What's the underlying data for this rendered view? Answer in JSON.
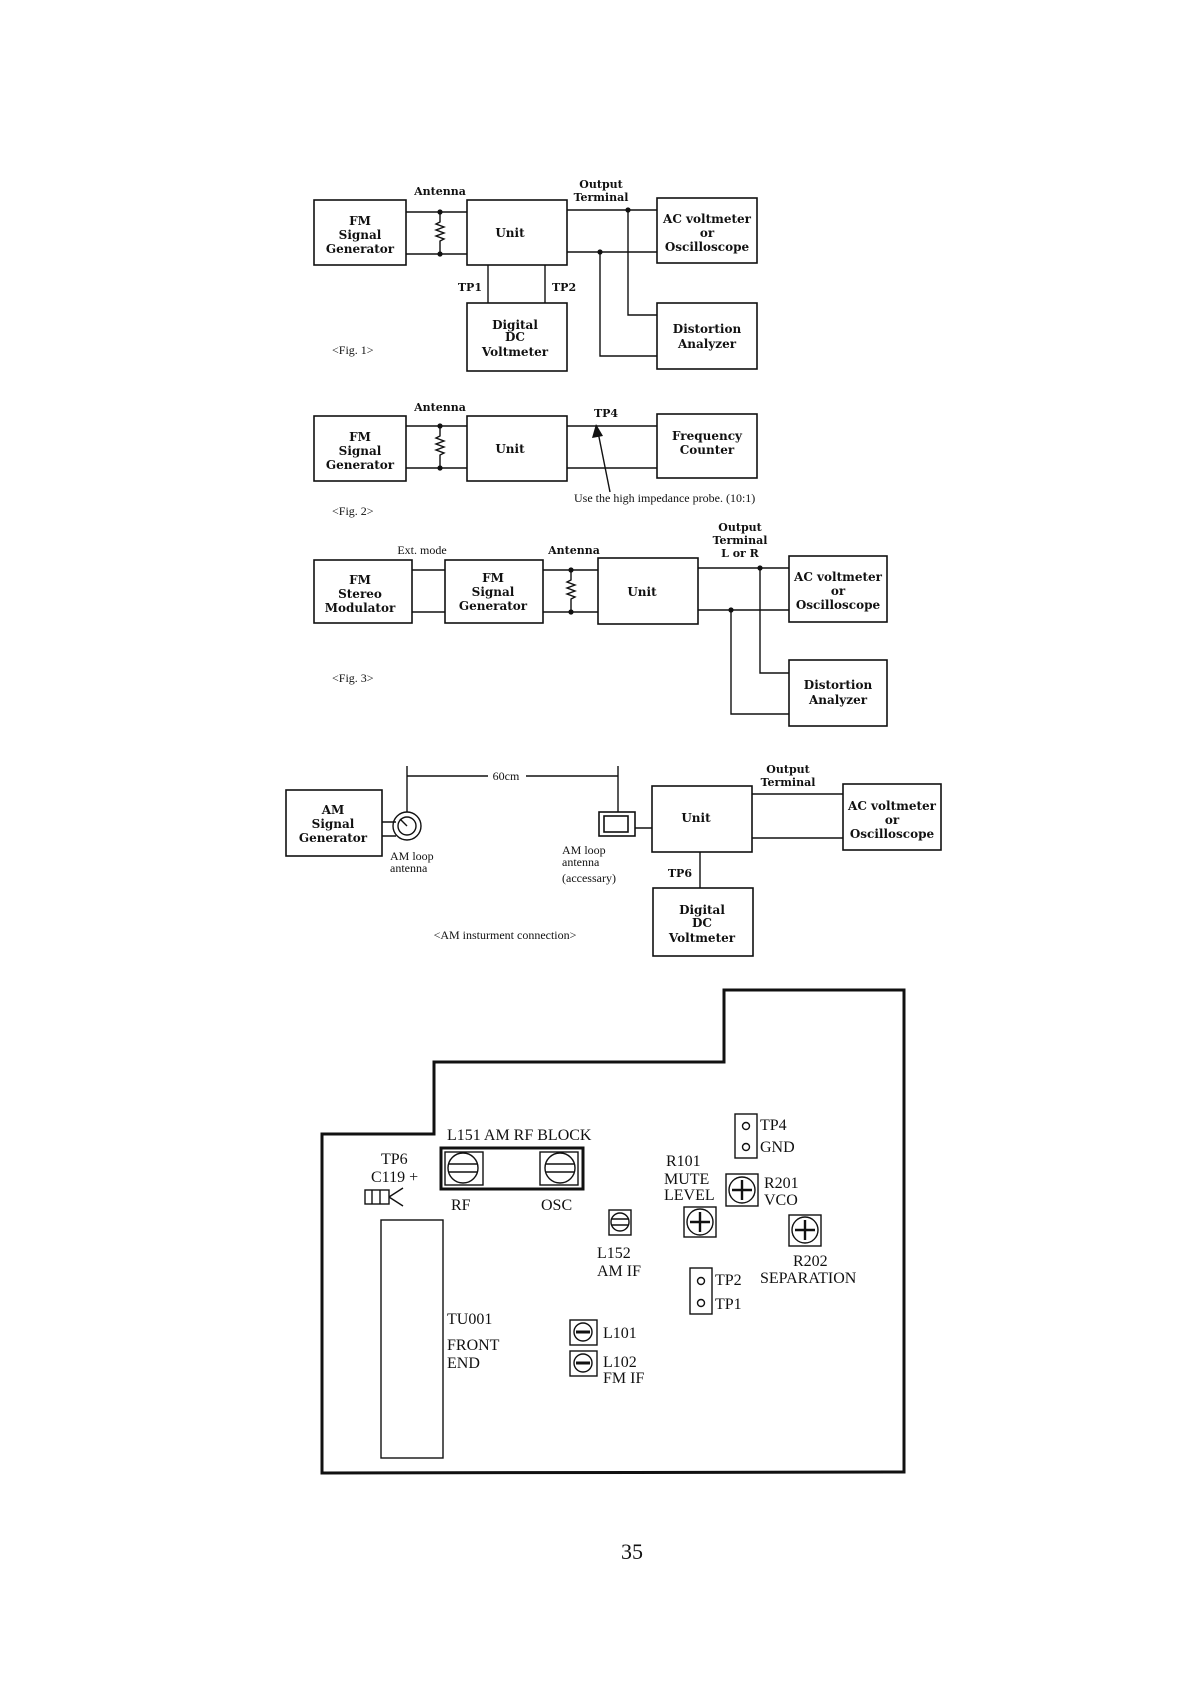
{
  "fig1": {
    "caption": "<Fig. 1>",
    "antenna": "Antenna",
    "output_terminal": [
      "Output",
      "Terminal"
    ],
    "fm_sg": [
      "FM",
      "Signal",
      "Generator"
    ],
    "unit": "Unit",
    "tp1": "TP1",
    "tp2": "TP2",
    "ac_voltmeter": [
      "AC voltmeter",
      "or",
      "Oscilloscope"
    ],
    "dvm": [
      "Digital",
      "DC",
      "Voltmeter"
    ],
    "distortion": [
      "Distortion",
      "Analyzer"
    ]
  },
  "fig2": {
    "caption": "<Fig. 2>",
    "antenna": "Antenna",
    "fm_sg": [
      "FM",
      "Signal",
      "Generator"
    ],
    "unit": "Unit",
    "tp4": "TP4",
    "counter": [
      "Frequency",
      "Counter"
    ],
    "probe_note": "Use the high impedance probe. (10:1)"
  },
  "fig3": {
    "caption": "<Fig. 3>",
    "ext_mode": "Ext. mode",
    "antenna": "Antenna",
    "output_terminal": [
      "Output",
      "Terminal",
      "L or R"
    ],
    "stereo_mod": [
      "FM",
      "Stereo",
      "Modulator"
    ],
    "fm_sg": [
      "FM",
      "Signal",
      "Generator"
    ],
    "unit": "Unit",
    "ac_voltmeter": [
      "AC voltmeter",
      "or",
      "Oscilloscope"
    ],
    "distortion": [
      "Distortion",
      "Analyzer"
    ]
  },
  "am_fig": {
    "caption": "<AM insturment connection>",
    "am_sg": [
      "AM",
      "Signal",
      "Generator"
    ],
    "loop_left": [
      "AM loop",
      "antenna"
    ],
    "distance": "60cm",
    "loop_right": [
      "AM loop",
      "antenna",
      "(accessary)"
    ],
    "unit": "Unit",
    "output_terminal": [
      "Output",
      "Terminal"
    ],
    "ac_voltmeter": [
      "AC voltmeter",
      "or",
      "Oscilloscope"
    ],
    "tp6": "TP6",
    "dvm": [
      "Digital",
      "DC",
      "Voltmeter"
    ]
  },
  "pcb": {
    "block_title": "L151 AM RF BLOCK",
    "tp6": "TP6",
    "c119": "C119 +",
    "rf": "RF",
    "osc": "OSC",
    "l152": [
      "L152",
      "AM IF"
    ],
    "tu001": [
      "TU001",
      "FRONT",
      "END"
    ],
    "l101": "L101",
    "l102": [
      "L102",
      "FM IF"
    ],
    "r101": [
      "R101",
      "MUTE",
      "LEVEL"
    ],
    "tp4": "TP4",
    "gnd": "GND",
    "r201": [
      "R201",
      "VCO"
    ],
    "r202": [
      "R202",
      "SEPARATION"
    ],
    "tp2": "TP2",
    "tp1": "TP1"
  },
  "page_number": "35"
}
